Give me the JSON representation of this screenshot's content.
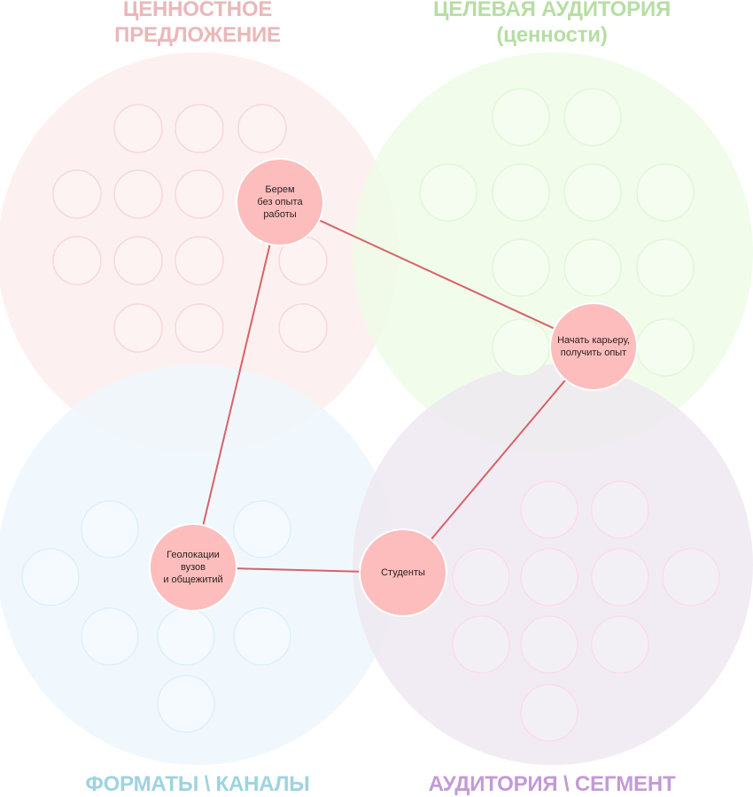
{
  "quadrants": [
    {
      "id": "value",
      "title_lines": [
        "ЦЕННОСТНОЕ",
        "ПРЕДЛОЖЕНИЕ"
      ],
      "title_color": "#ebb7b9",
      "fill": "#fdeeee",
      "slot_stroke": "#f8d8d8",
      "slot_fill": "#fdf3f3"
    },
    {
      "id": "audience",
      "title_lines": [
        "ЦЕЛЕВАЯ АУДИТОРИЯ",
        "(ценности)"
      ],
      "title_color": "#b6dea3",
      "fill": "#eefbe8",
      "slot_stroke": "#e2f6d8",
      "slot_fill": "#f5fdf1"
    },
    {
      "id": "channels",
      "title_lines": [
        "ФОРМАТЫ \\ КАНАЛЫ"
      ],
      "title_color": "#9dd3df",
      "fill": "#eef7fd",
      "slot_stroke": "#dcf0fa",
      "slot_fill": "#f4fafe"
    },
    {
      "id": "segment",
      "title_lines": [
        "АУДИТОРИЯ \\ СЕГМЕНТ"
      ],
      "title_color": "#c39ad6",
      "fill": "#efe9f1",
      "slot_stroke": "#fbdcef",
      "slot_fill": "#f3f0f5"
    }
  ],
  "nodes": [
    {
      "id": "n1",
      "label": "Берем\nбез опыта\nработы"
    },
    {
      "id": "n2",
      "label": "Начать карьеру,\nполучить опыт"
    },
    {
      "id": "n3",
      "label": "Геолокации\nвузов\nи общежитий"
    },
    {
      "id": "n4",
      "label": "Студенты"
    }
  ],
  "links": [
    [
      "n1",
      "n2"
    ],
    [
      "n1",
      "n3"
    ],
    [
      "n3",
      "n4"
    ],
    [
      "n4",
      "n2"
    ]
  ],
  "colors": {
    "node_fill": "#fdbdbd",
    "node_stroke": "#ffffff",
    "link": "#d4646a"
  }
}
